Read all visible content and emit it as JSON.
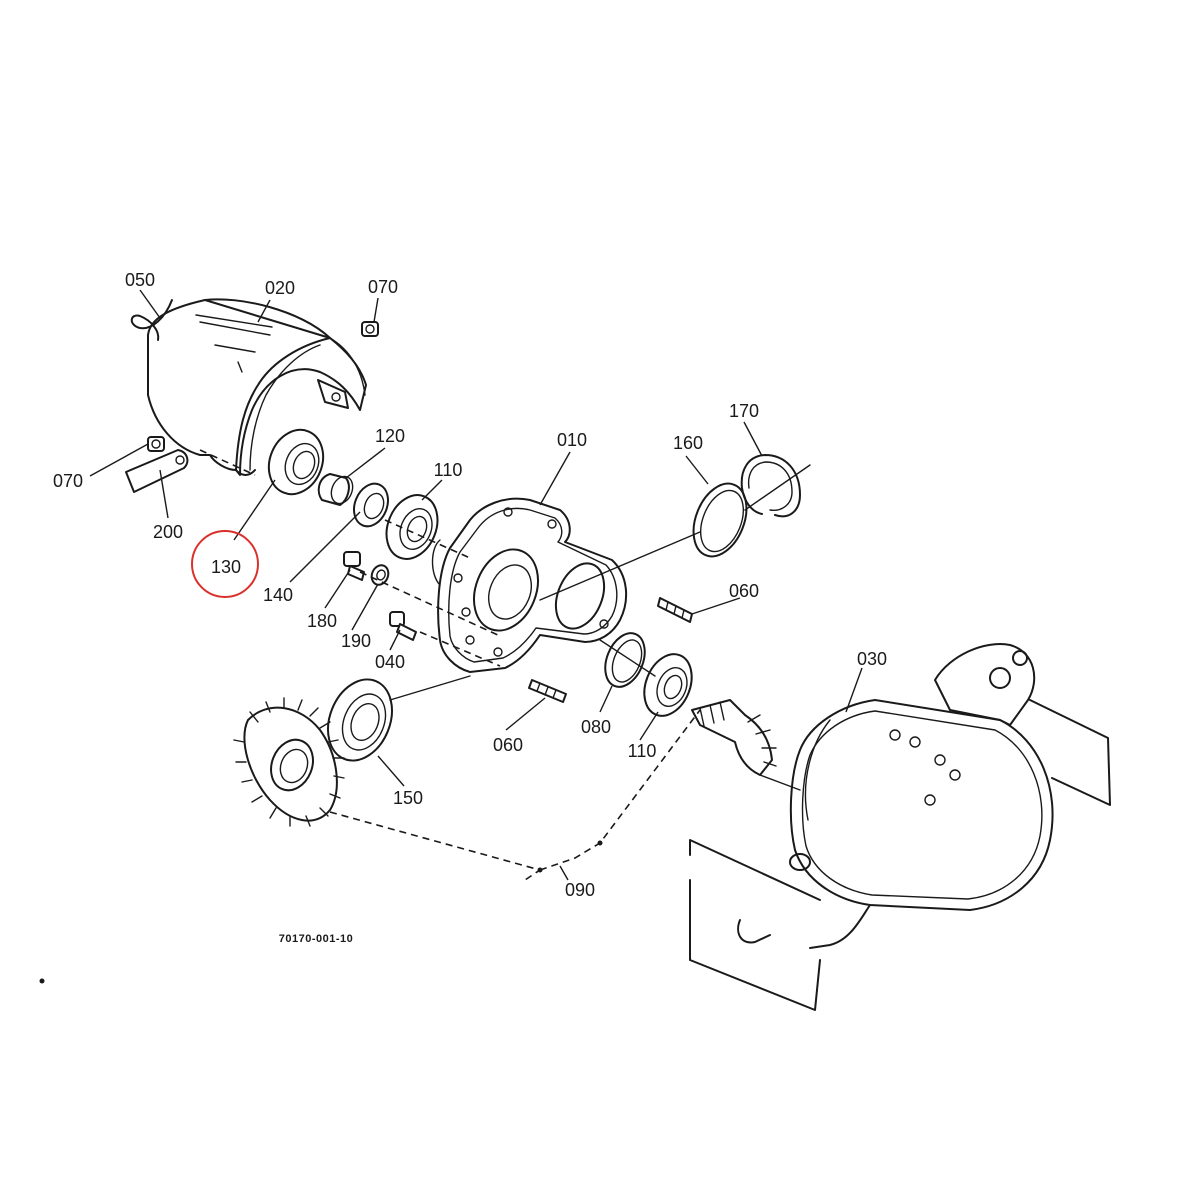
{
  "figure": {
    "reference_code": "70170-001-10",
    "highlight_color": "#d9302c",
    "highlighted_part": "130"
  },
  "labels": {
    "p010": "010",
    "p020": "020",
    "p030": "030",
    "p040": "040",
    "p050": "050",
    "p060a": "060",
    "p060b": "060",
    "p070a": "070",
    "p070b": "070",
    "p080": "080",
    "p090": "090",
    "p110a": "110",
    "p110b": "110",
    "p120": "120",
    "p130": "130",
    "p140": "140",
    "p150": "150",
    "p160": "160",
    "p170": "170",
    "p180": "180",
    "p190": "190",
    "p200": "200"
  }
}
